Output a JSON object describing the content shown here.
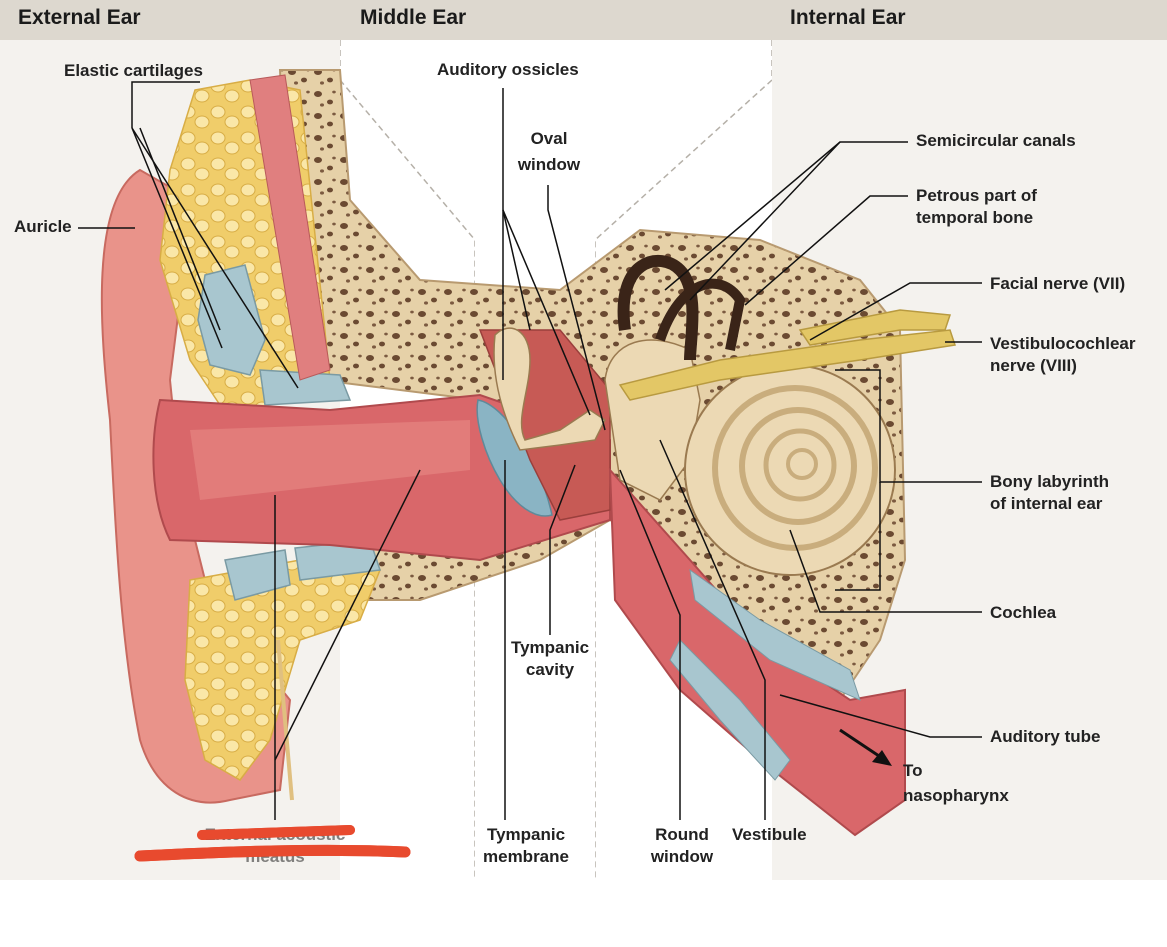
{
  "sections": {
    "external": "External Ear",
    "middle": "Middle Ear",
    "internal": "Internal Ear"
  },
  "labels": {
    "elastic_cartilages": "Elastic cartilages",
    "auricle": "Auricle",
    "auditory_ossicles": "Auditory ossicles",
    "oval_window_1": "Oval",
    "oval_window_2": "window",
    "semicircular_canals": "Semicircular canals",
    "petrous_1": "Petrous part of",
    "petrous_2": "temporal bone",
    "facial_nerve": "Facial nerve (VII)",
    "vestibulocochlear_1": "Vestibulocochlear",
    "vestibulocochlear_2": "nerve (VIII)",
    "bony_labyrinth_1": "Bony labyrinth",
    "bony_labyrinth_2": "of internal ear",
    "cochlea": "Cochlea",
    "auditory_tube": "Auditory tube",
    "to_nasopharynx_1": "To",
    "to_nasopharynx_2": "nasopharynx",
    "tympanic_cavity_1": "Tympanic",
    "tympanic_cavity_2": "cavity",
    "tympanic_membrane_1": "Tympanic",
    "tympanic_membrane_2": "membrane",
    "round_window_1": "Round",
    "round_window_2": "window",
    "vestibule": "Vestibule",
    "external_acoustic_1": "External acoustic",
    "external_acoustic_2": "meatus"
  },
  "colors": {
    "skin": "#e9938a",
    "canal": "#d9676a",
    "cartilage": "#f2d27a",
    "bone": "#e6d1a8",
    "bone_pore": "#6b4a32",
    "cochlea": "#ecd9b4",
    "membrane": "#8ab4c4",
    "nerve": "#e3c766",
    "redaction": "#e84a2e",
    "header": "#ddd8cf"
  }
}
